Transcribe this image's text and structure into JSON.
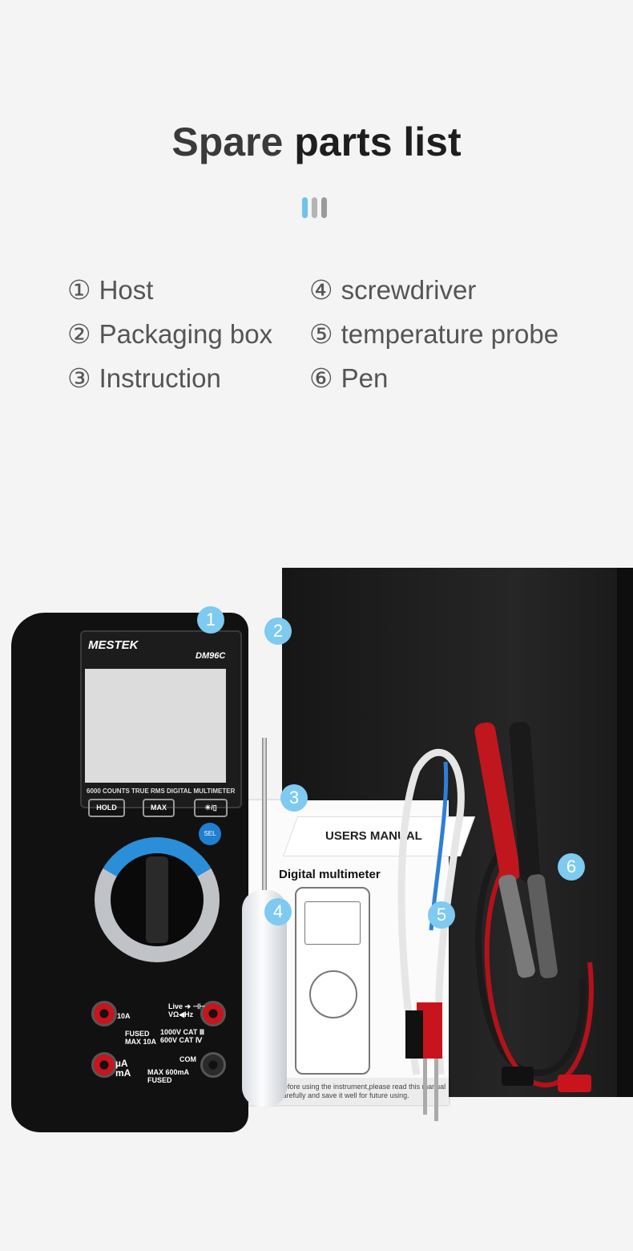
{
  "title": {
    "part1": "Spare",
    "part2": "parts list"
  },
  "colors": {
    "accent": "#6fc3ec",
    "dot2": "#b4b4b4",
    "dot3": "#9a9a9a",
    "badge": "#7ecaf0"
  },
  "list": [
    {
      "num": "①",
      "label": "Host"
    },
    {
      "num": "②",
      "label": "Packaging box"
    },
    {
      "num": "③",
      "label": "Instruction"
    },
    {
      "num": "④",
      "label": "screwdriver"
    },
    {
      "num": "⑤",
      "label": "temperature probe"
    },
    {
      "num": "⑥",
      "label": "Pen"
    }
  ],
  "badges": [
    "1",
    "2",
    "3",
    "4",
    "5",
    "6"
  ],
  "meter": {
    "brand": "MESTEK",
    "model": "DM96C",
    "spec": "6000 COUNTS  TRUE RMS  DIGITAL MULTIMETER",
    "hold": "HOLD",
    "max": "MAX",
    "light": "☀/▯",
    "sel": "SEL",
    "jack_10a": "10A",
    "fused_10a": "FUSED\nMAX 10A",
    "live": "Live ➔ ⊣⊢\nVΩ◀Hz",
    "cat": "1000V CAT Ⅲ\n600V CAT Ⅳ",
    "com": "COM",
    "ua_ma": "µA\nmA",
    "fused_600": "MAX 600mA\nFUSED"
  },
  "manual": {
    "band": "USERS MANUAL",
    "subtitle": "Digital multimeter",
    "footer": "Before using the instrument,please read this manual\ncarefully and save it well for future using."
  }
}
